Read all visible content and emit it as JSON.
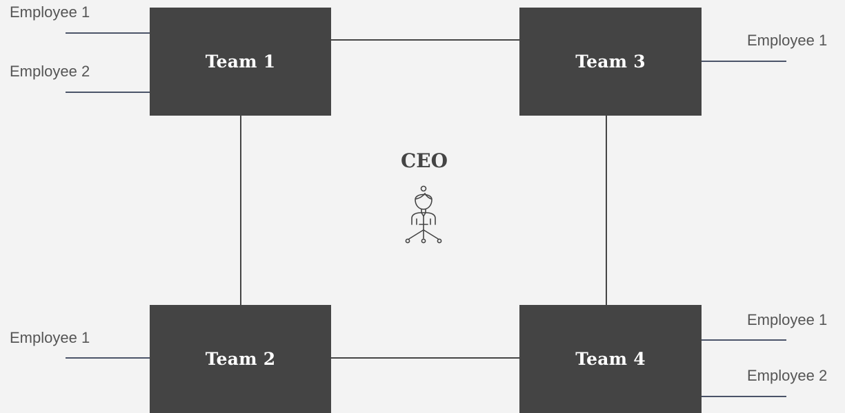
{
  "colors": {
    "background": "#f3f3f3",
    "box": "#444444",
    "box_text": "#ffffff",
    "connector": "#444444",
    "employee_line": "#4a5368",
    "employee_text": "#555555"
  },
  "ceo": {
    "title": "CEO",
    "icon": "person-hierarchy-icon"
  },
  "teams": {
    "team1": {
      "label": "Team 1"
    },
    "team2": {
      "label": "Team 2"
    },
    "team3": {
      "label": "Team 3"
    },
    "team4": {
      "label": "Team 4"
    }
  },
  "employees": {
    "team1": [
      "Employee 1",
      "Employee 2"
    ],
    "team2": [
      "Employee 1"
    ],
    "team3": [
      "Employee 1"
    ],
    "team4": [
      "Employee 1",
      "Employee 2"
    ]
  }
}
